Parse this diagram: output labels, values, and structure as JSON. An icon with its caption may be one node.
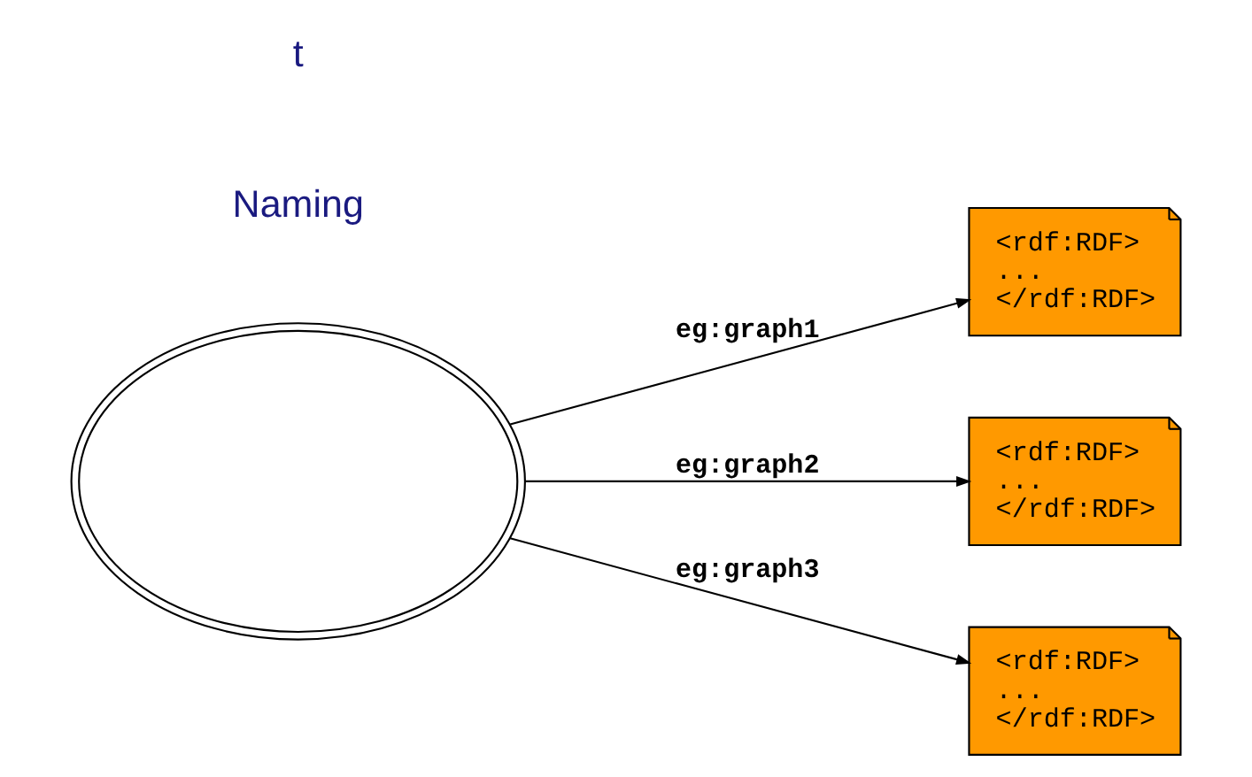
{
  "diagram": {
    "nodes": [
      {
        "text": [],
        "shape": "cloud"
      },
      {
        "text": [
          "<rdf:RDF> ... </rdf:RDF>"
        ]
      },
      {
        "text": [
          "<rdf:RDF> ... </rdf:RDF>"
        ]
      },
      {
        "text": [
          "<rdf:RDF> ... </rdf:RDF>"
        ]
      }
    ],
    "edges": [
      {
        "from": 0,
        "to": 1,
        "arrow": "to",
        "label": "eg:graph1"
      },
      {
        "from": 0,
        "to": 2,
        "arrow": "to",
        "label": "eg:graph2"
      },
      {
        "from": 0,
        "to": 3,
        "arrow": "to",
        "label": "eg:graph3"
      }
    ],
    "labels": [
      "Naming",
      "t"
    ]
  }
}
